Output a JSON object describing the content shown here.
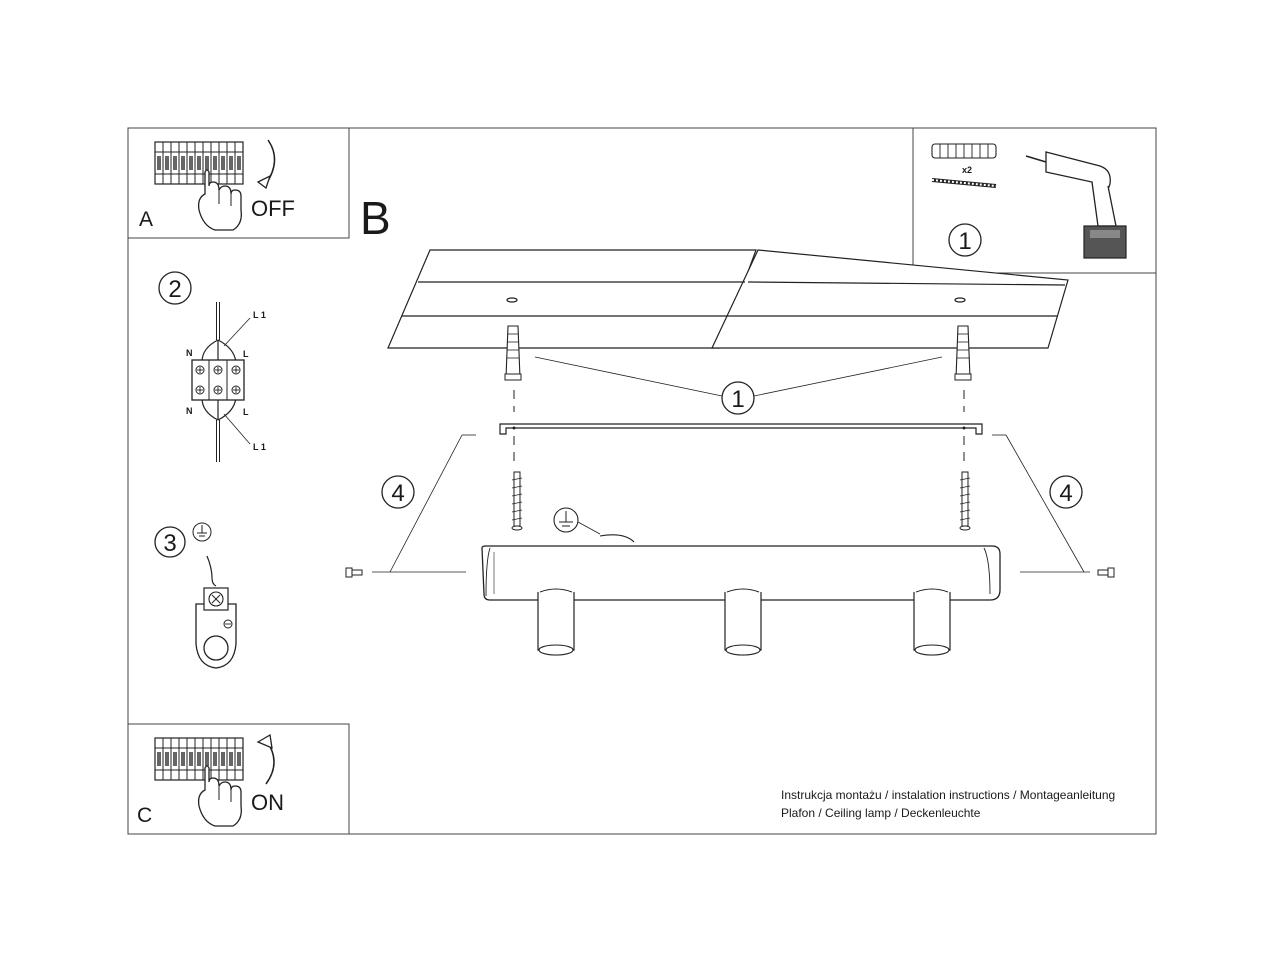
{
  "panels": {
    "a": {
      "letter": "A",
      "state": "OFF"
    },
    "b": {
      "letter": "B"
    },
    "c": {
      "letter": "C",
      "state": "ON"
    }
  },
  "steps": {
    "one": "1",
    "two": "2",
    "three": "3",
    "four": "4"
  },
  "tools": {
    "quantity": "x2"
  },
  "wiring": {
    "l1_top": "L 1",
    "l1_bottom": "L 1",
    "n_top": "N",
    "n_bottom": "N",
    "l_top": "L",
    "l_bottom": "L"
  },
  "caption": {
    "line1": "Instrukcja montażu / instalation instructions / Montageanleitung",
    "line2": "Plafon / Ceiling lamp / Deckenleuchte"
  },
  "icons": [
    "circuit-breaker-icon",
    "hand-icon",
    "arrow-icon",
    "wall-plug-icon",
    "screw-icon",
    "drill-icon",
    "ground-symbol-icon",
    "terminal-block-icon"
  ]
}
